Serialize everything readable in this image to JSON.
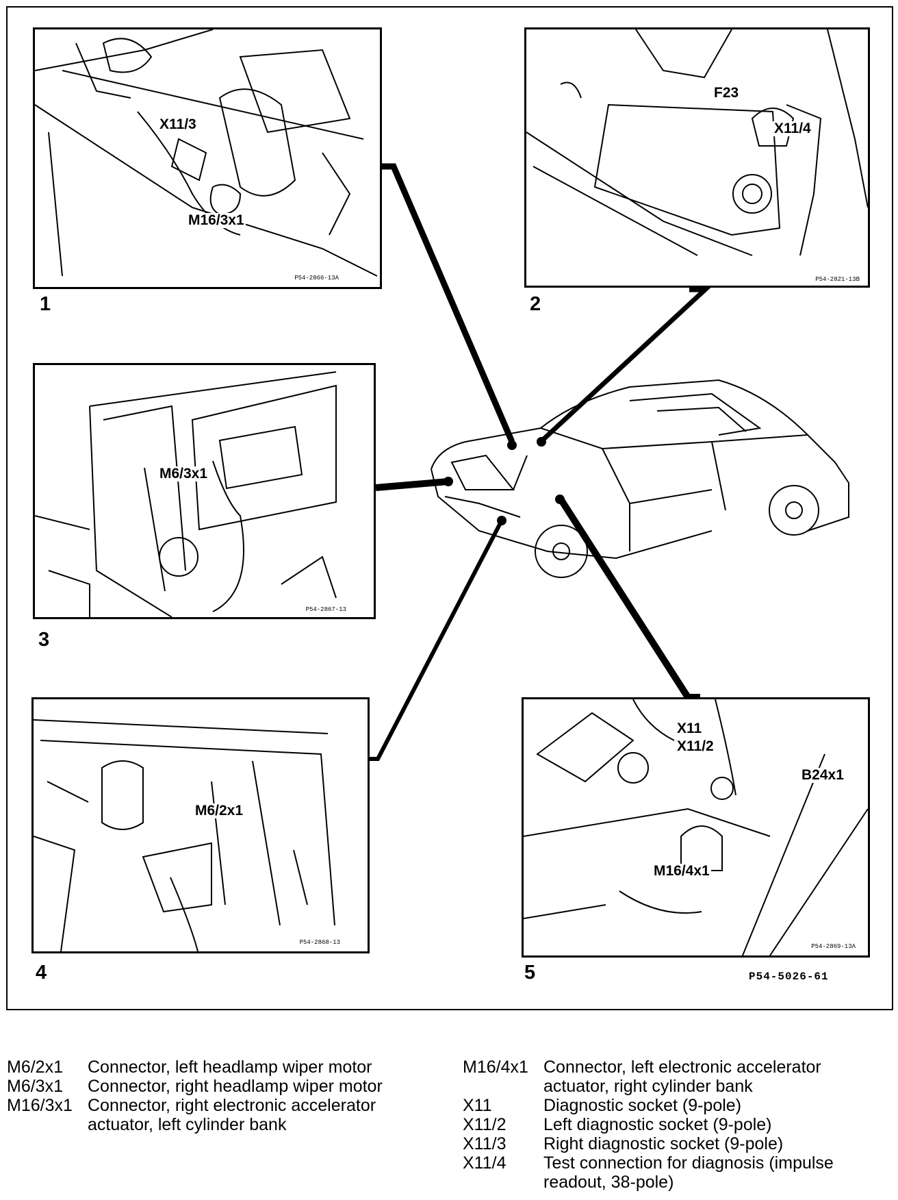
{
  "panels": [
    {
      "number": "1",
      "code": "P54-2866-13A",
      "callouts": [
        "X11/3",
        "M16/3x1"
      ]
    },
    {
      "number": "2",
      "code": "P54-2821-13B",
      "callouts": [
        "F23",
        "X11/4"
      ]
    },
    {
      "number": "3",
      "code": "P54-2867-13",
      "callouts": [
        "M6/3x1"
      ]
    },
    {
      "number": "4",
      "code": "P54-2868-13",
      "callouts": [
        "M6/2x1"
      ]
    },
    {
      "number": "5",
      "code": "P54-2869-13A",
      "callouts": [
        "X11",
        "X11/2",
        "B24x1",
        "M16/4x1"
      ]
    }
  ],
  "figure_ref": "P54-5026-61",
  "legend_left": [
    {
      "key": "M6/2x1",
      "lines": [
        "Connector, left headlamp wiper motor"
      ]
    },
    {
      "key": "M6/3x1",
      "lines": [
        "Connector, right headlamp wiper motor"
      ]
    },
    {
      "key": "M16/3x1",
      "lines": [
        "Connector, right electronic accelerator",
        "actuator, left cylinder bank"
      ]
    }
  ],
  "legend_right": [
    {
      "key": "M16/4x1",
      "lines": [
        "Connector, left electronic accelerator",
        "actuator, right cylinder bank"
      ]
    },
    {
      "key": "X11",
      "lines": [
        "Diagnostic socket (9-pole)"
      ]
    },
    {
      "key": "X11/2",
      "lines": [
        "Left diagnostic socket (9-pole)"
      ]
    },
    {
      "key": "X11/3",
      "lines": [
        "Right diagnostic socket (9-pole)"
      ]
    },
    {
      "key": "X11/4",
      "lines": [
        "Test connection for diagnosis (impulse",
        "readout, 38-pole)"
      ]
    }
  ]
}
